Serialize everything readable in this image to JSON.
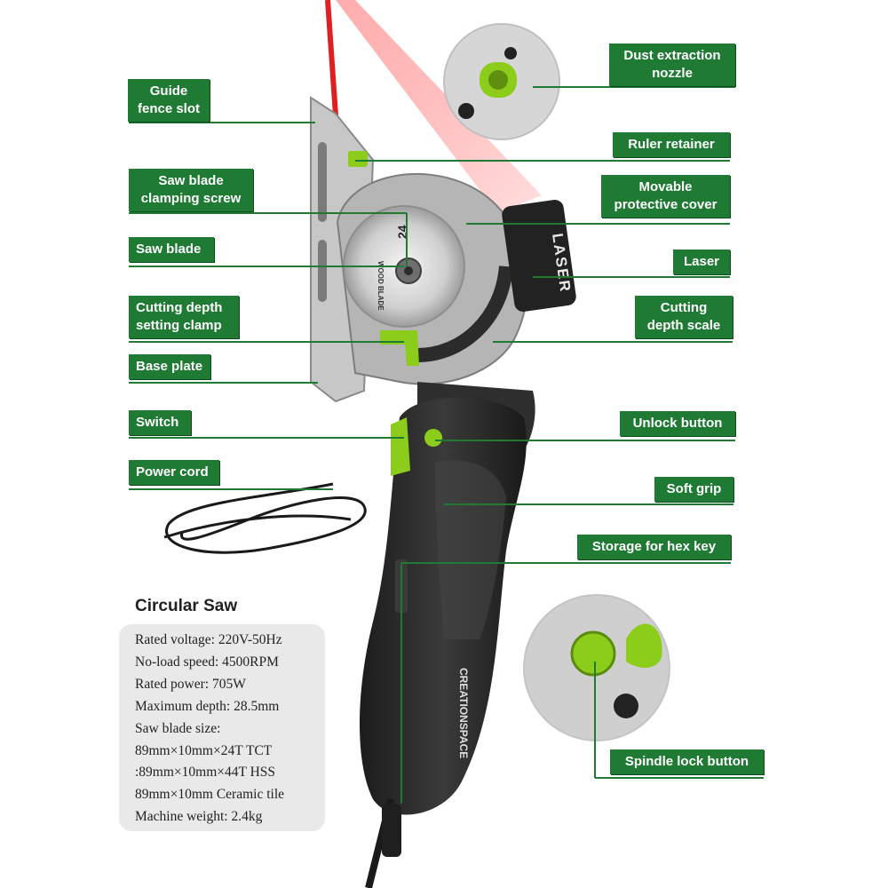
{
  "brand": {
    "logo_text": "CREATIONSPACE"
  },
  "tool_markings": {
    "laser_text": "LASER",
    "blade_teeth_text": "24",
    "blade_type_text": "WOOD BLADE"
  },
  "callouts": {
    "guide_fence_slot": "Guide\nfence slot",
    "saw_blade_clamping_screw": "Saw blade\nclamping screw",
    "saw_blade": "Saw blade",
    "cutting_depth_setting_clamp": "Cutting depth\nsetting clamp",
    "base_plate": "Base plate",
    "switch": "Switch",
    "power_cord": "Power cord",
    "dust_extraction_nozzle": "Dust extraction\nnozzle",
    "ruler_retainer": "Ruler retainer",
    "movable_protective_cover": "Movable\nprotective cover",
    "laser": "Laser",
    "cutting_depth_scale": "Cutting\ndepth scale",
    "unlock_button": "Unlock button",
    "soft_grip": "Soft grip",
    "storage_for_hex_key": "Storage for hex key",
    "spindle_lock_button": "Spindle lock button"
  },
  "specs": {
    "title": "Circular Saw",
    "lines": [
      "Rated voltage: 220V-50Hz",
      "No-load speed: 4500RPM",
      "Rated power: 705W",
      "Maximum depth: 28.5mm",
      "Saw blade size:",
      "89mm×10mm×24T TCT",
      ":89mm×10mm×44T HSS",
      "89mm×10mm Ceramic tile",
      "Machine weight: 2.4kg"
    ]
  },
  "colors": {
    "label_bg": "#1f7a34",
    "accent_green": "#8ccc1a",
    "laser_red": "#e02020",
    "body_dark": "#2a2a2a",
    "metal": "#b8b8b8"
  }
}
